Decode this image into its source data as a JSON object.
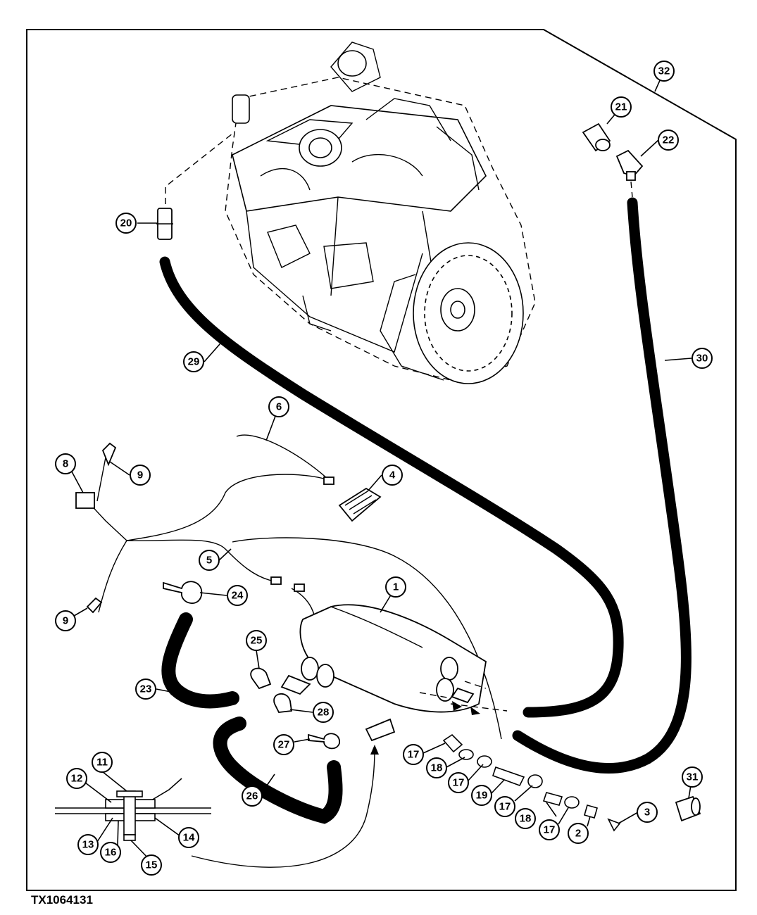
{
  "figure_id": "TX1064131",
  "callouts": [
    "1",
    "2",
    "3",
    "4",
    "5",
    "6",
    "8",
    "9",
    "9",
    "11",
    "12",
    "13",
    "14",
    "15",
    "16",
    "17",
    "17",
    "17",
    "17",
    "18",
    "18",
    "19",
    "20",
    "21",
    "22",
    "23",
    "24",
    "25",
    "26",
    "27",
    "28",
    "29",
    "30",
    "31",
    "32"
  ],
  "colors": {
    "line": "#000000",
    "background": "#ffffff"
  }
}
